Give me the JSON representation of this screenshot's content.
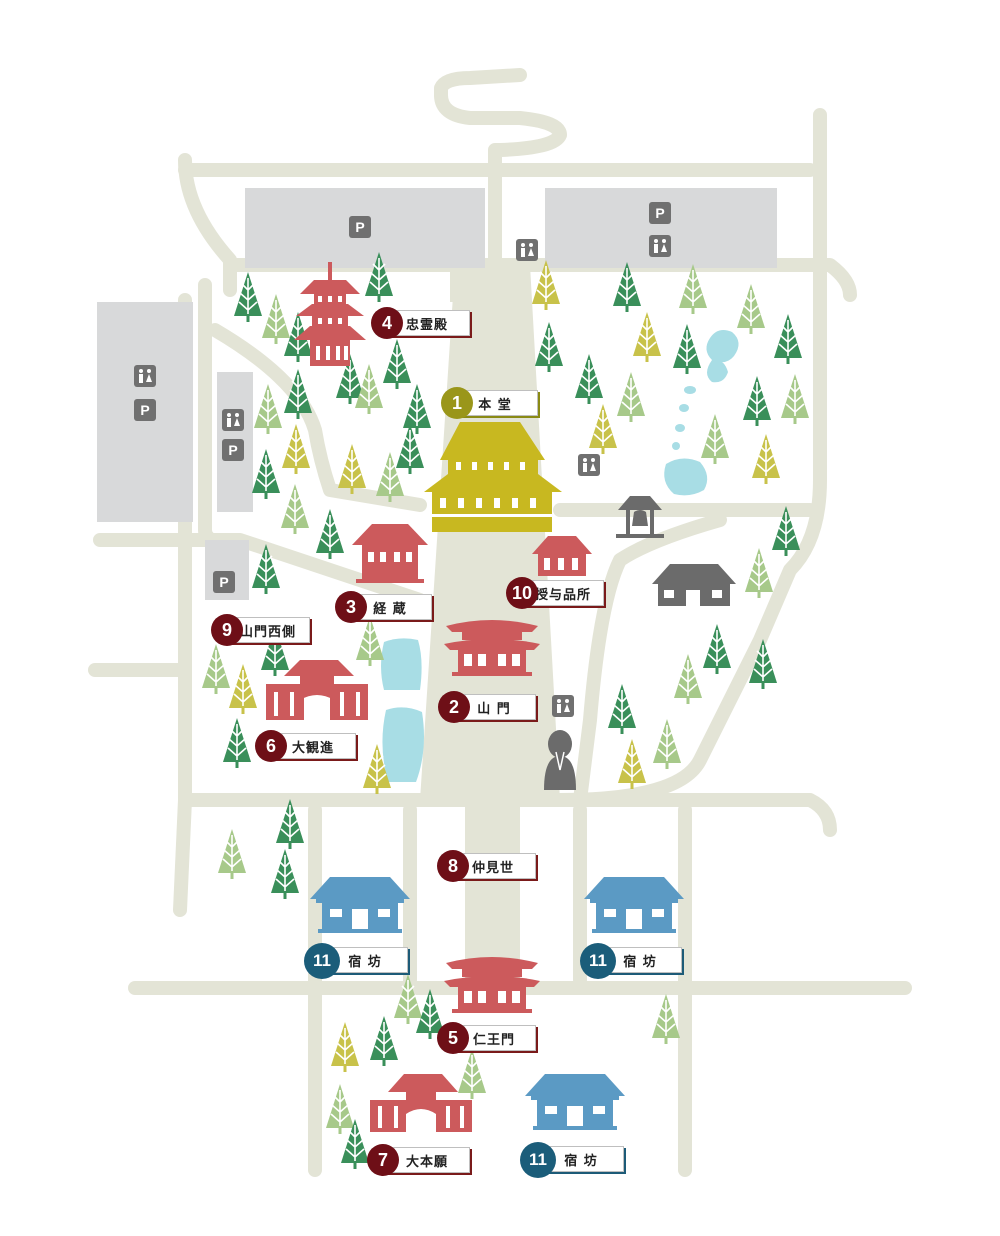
{
  "colors": {
    "road": "#e3e4d6",
    "parking": "#d8d9da",
    "pond": "#a8dde5",
    "temple_red": "#cc5a5c",
    "hondo_gold": "#c8b820",
    "lodge_blue": "#5b9ac4",
    "gray_bldg": "#6b6b6b",
    "tree_dark": "#3a8f5a",
    "tree_light": "#a7c98a",
    "tree_yellow": "#c8c24a",
    "badge_red": "#6e0f17",
    "badge_gold": "#9a961a",
    "badge_blue": "#1b5d7a"
  },
  "icons": {
    "parking": "P",
    "restroom": "restroom-icon"
  },
  "locations": [
    {
      "num": "1",
      "name": "本 堂",
      "style": "gold"
    },
    {
      "num": "2",
      "name": "山 門",
      "style": "red"
    },
    {
      "num": "3",
      "name": "経 蔵",
      "style": "red"
    },
    {
      "num": "4",
      "name": "忠霊殿",
      "style": "red"
    },
    {
      "num": "5",
      "name": "仁王門",
      "style": "red"
    },
    {
      "num": "6",
      "name": "大観進",
      "style": "red"
    },
    {
      "num": "7",
      "name": "大本願",
      "style": "red"
    },
    {
      "num": "8",
      "name": "仲見世",
      "style": "red"
    },
    {
      "num": "9",
      "name": "山門西側",
      "style": "red"
    },
    {
      "num": "10",
      "name": "授与品所",
      "style": "red"
    },
    {
      "num": "11",
      "name": "宿 坊",
      "style": "blue"
    },
    {
      "num": "11",
      "name": "宿 坊",
      "style": "blue"
    },
    {
      "num": "11",
      "name": "宿 坊",
      "style": "blue"
    }
  ]
}
